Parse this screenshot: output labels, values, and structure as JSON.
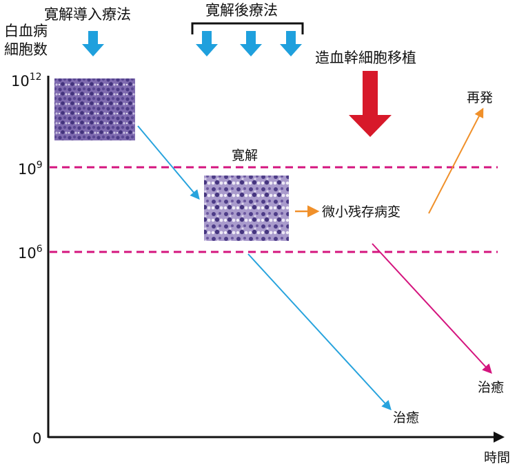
{
  "y_axis": {
    "title_line1": "白血病",
    "title_line2": "細胞数",
    "ticks": [
      {
        "base": "10",
        "exp": "12"
      },
      {
        "base": "10",
        "exp": "9"
      },
      {
        "base": "10",
        "exp": "6"
      },
      {
        "base": "0",
        "exp": ""
      }
    ]
  },
  "x_axis": {
    "label": "時間"
  },
  "labels": {
    "induction": "寛解導入療法",
    "post_remission": "寛解後療法",
    "transplant": "造血幹細胞移植",
    "remission": "寛解",
    "mrd": "微小残存病変",
    "relapse": "再発",
    "cure_1": "治癒",
    "cure_2": "治癒"
  },
  "colors": {
    "therapy_arrow": "#1fa0dd",
    "transplant_arrow": "#d7192a",
    "threshold_line": "#d4147e",
    "relapse_arrow": "#f0902a",
    "cure_arrow_blue": "#27a3dd",
    "cure_arrow_pink": "#d4147e",
    "cell_stain": "#5e4a93"
  },
  "icons": {
    "therapy": "down-arrow-icon",
    "transplant": "down-arrow-icon",
    "cells": "leukemia-cell-micrograph"
  }
}
